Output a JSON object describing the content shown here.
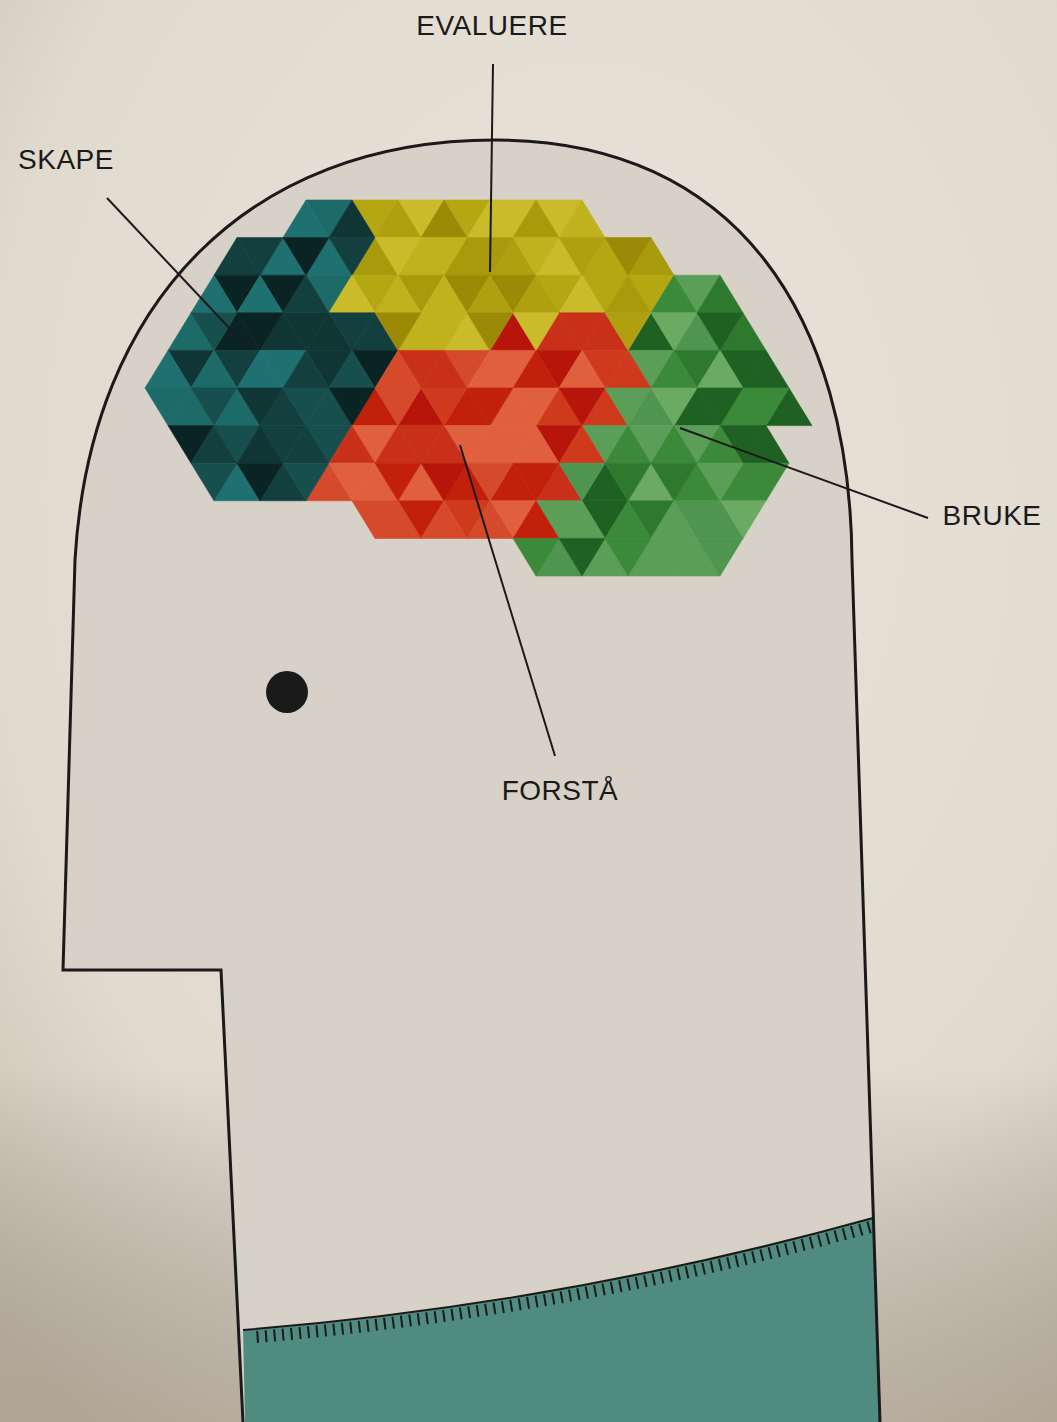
{
  "diagram": {
    "labels": [
      "EVALUERE",
      "SKAPE",
      "BRUKE",
      "FORSTÅ"
    ]
  }
}
